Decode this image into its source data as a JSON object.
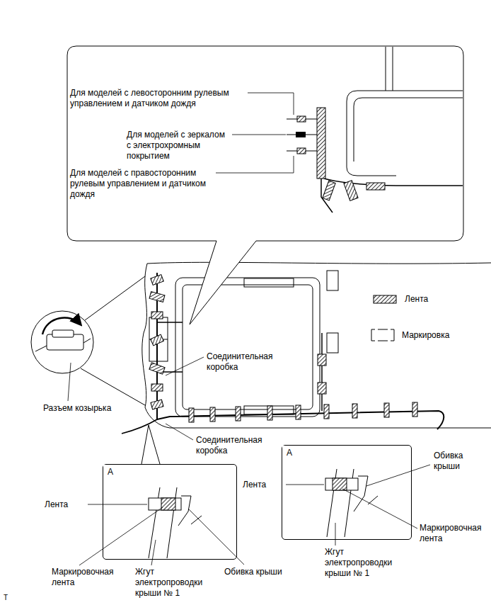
{
  "diagram": {
    "nodes": [
      {
        "text": [
          "A"
        ]
      },
      {
        "text": [
          "A"
        ]
      }
    ],
    "labels": [
      "Для моделей с левосторонним рулевым управлением и датчиком дождя",
      "Для моделей с зеркалом с электрохромным покрытием",
      "Для моделей с правосторонним рулевым управлением и датчиком дождя",
      "Соединительная коробка",
      "Разъем козырька",
      "Соединительная коробка",
      "Лента",
      "Маркировочная лента",
      "Жгут электропроводки крыши № 1",
      "Обивка крыши",
      "Обивка крыши",
      "Лента",
      "Маркировочная лента",
      "Жгут электропроводки крыши № 1",
      "T"
    ],
    "legend": [
      {
        "text": "Лента"
      },
      {
        "text": "Маркировка"
      }
    ]
  }
}
